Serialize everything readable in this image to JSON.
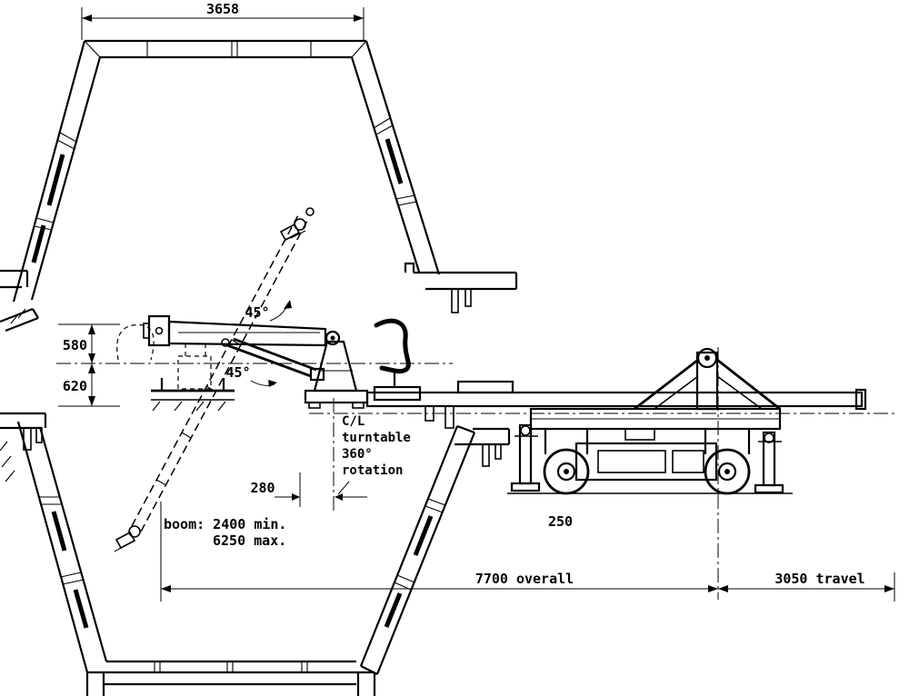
{
  "diagram": {
    "background": "#ffffff",
    "line_color": "#000000"
  },
  "labels": {
    "top_width": "3658",
    "dim_580": "580",
    "dim_620": "620",
    "angle_upper": "45°",
    "angle_lower": "45°",
    "dim_280": "280",
    "turntable_l1": "C/L",
    "turntable_l2": "turntable",
    "turntable_l3": "360°",
    "turntable_l4": "rotation",
    "boom_l1": "boom: 2400 min.",
    "boom_l2": "6250 max.",
    "dim_250": "250",
    "overall": "7700 overall",
    "travel": "3050 travel"
  }
}
